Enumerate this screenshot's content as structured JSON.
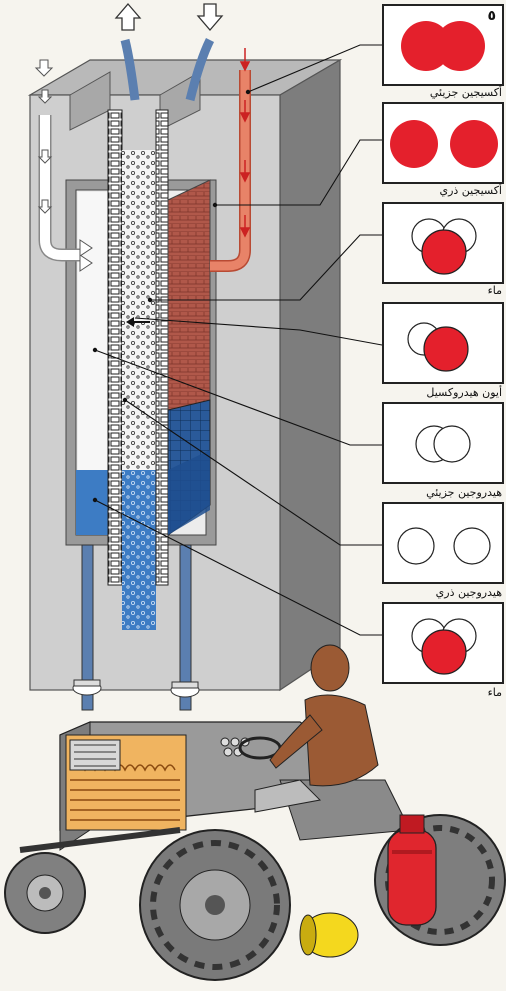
{
  "figure_number": "٥",
  "legend": [
    {
      "label": "أكسيجين جزيئي",
      "kind": "molecule-pair"
    },
    {
      "label": "أكسيجين ذري",
      "kind": "atom-pair"
    },
    {
      "label": "ماء",
      "kind": "water"
    },
    {
      "label": "أيون هيدروكسيل",
      "kind": "hydroxyl"
    },
    {
      "label": "هيدروجين جزيئي",
      "kind": "h2-molecule"
    },
    {
      "label": "هيدروجين ذري",
      "kind": "h-atoms"
    },
    {
      "label": "ماء",
      "kind": "water"
    }
  ],
  "colors": {
    "atom_red": "#e4202c",
    "tube_blue": "#6f95c6",
    "tube_red": "#e88368",
    "electrolyte_blue": "#3d7cc4",
    "cell_gray": "#c4c4c4",
    "brick": "#b0584a",
    "tractor_gray": "#8f8f8f",
    "man_skin": "#9b5a34",
    "gas_cylinder": "#e0262e",
    "yellow_tank": "#f4d81e"
  }
}
